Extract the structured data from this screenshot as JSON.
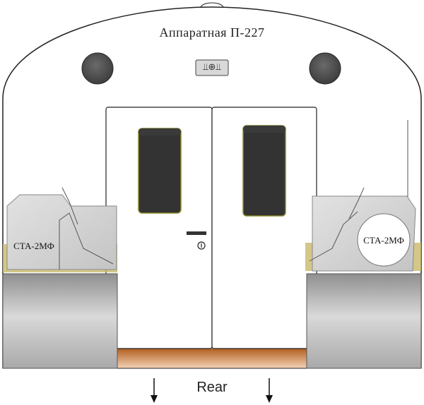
{
  "diagram": {
    "title": "Аппаратная  П-227",
    "left_unit_label": "СТА-2МФ",
    "right_unit_label": "СТА-2МФ",
    "direction_label": "Rear",
    "lock_symbol": "⫫⊕⫫",
    "handle_symbol": "⊕"
  },
  "colors": {
    "outline": "#222222",
    "lamp": "#555555",
    "window": "#333333",
    "window_border": "#8a8a2a",
    "cabinet_top": "#8c8c8c",
    "cabinet_mid": "#d8d8d8",
    "device_fill": "#cfcfcf",
    "floor_stripe_top": "#b9692a",
    "floor_stripe_bottom": "#f0c9a8",
    "shelf": "#c9b96a"
  },
  "icons": {
    "ceiling_lamps": "round-lamp-icon",
    "lock_plate": "door-lock-icon",
    "door_handle": "door-handle-icon",
    "direction_arrows": "arrow-down-icon"
  }
}
